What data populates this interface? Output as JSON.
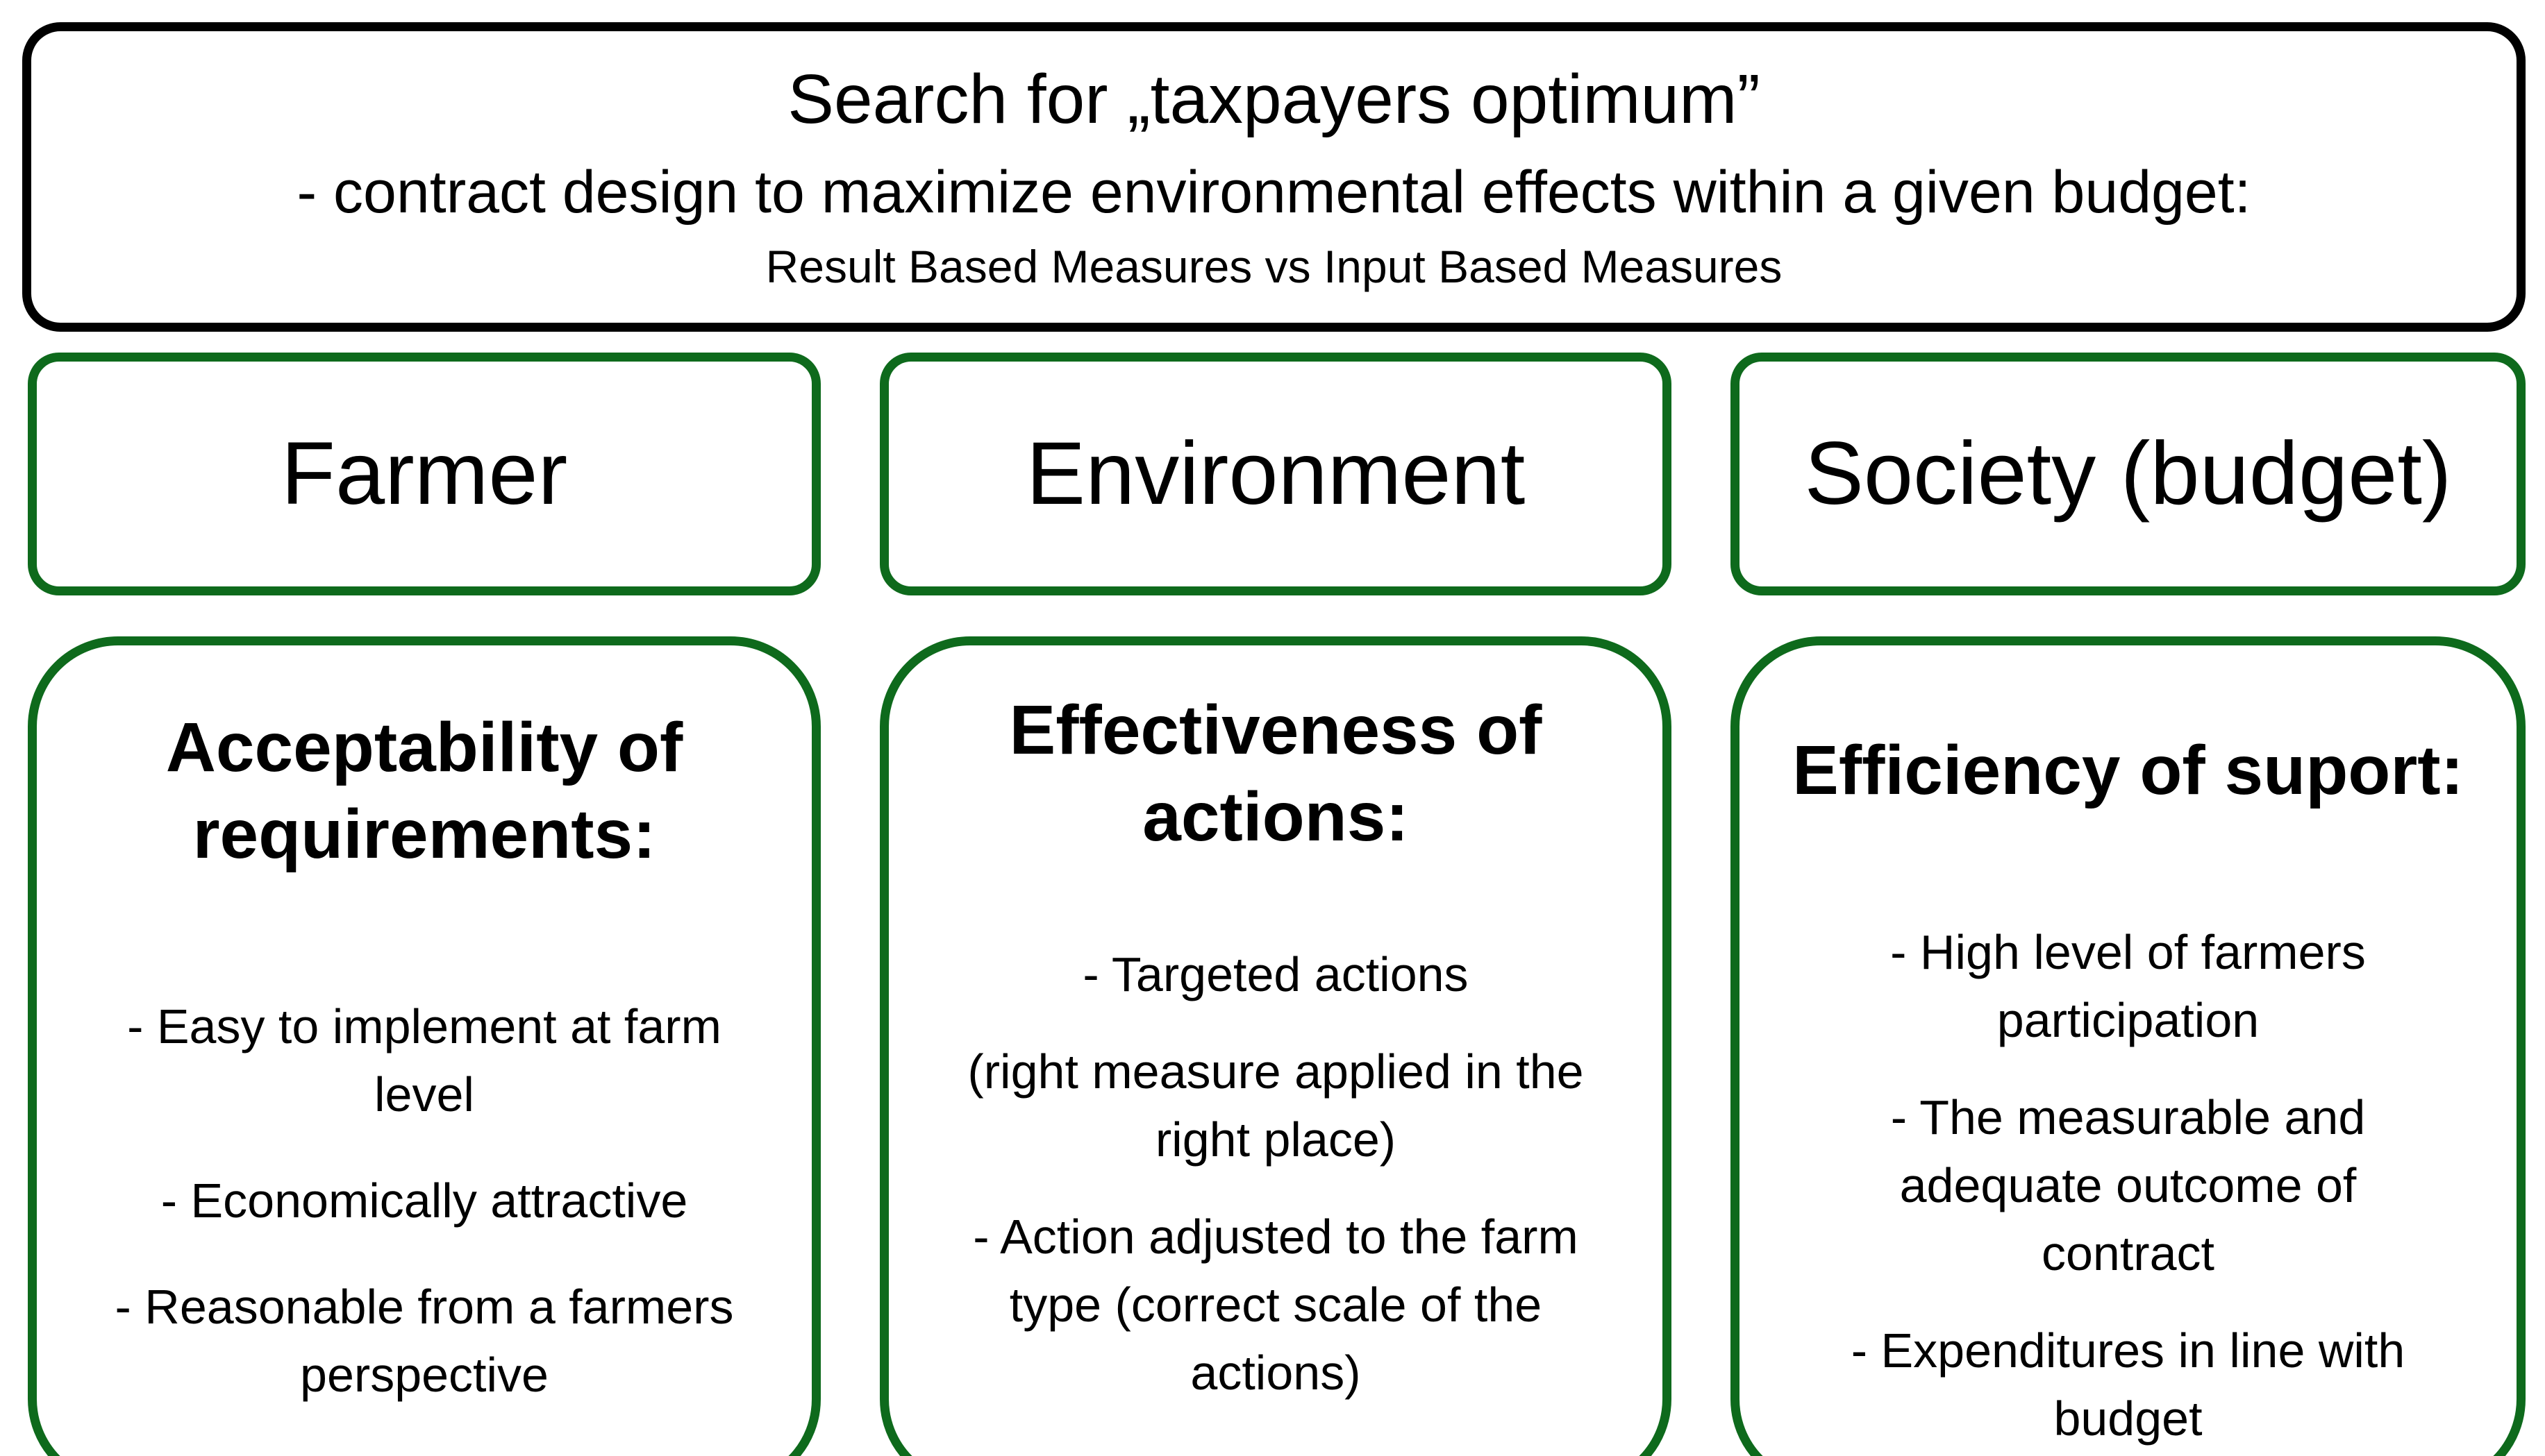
{
  "header": {
    "line1": "Search for „taxpayers optimum”",
    "line2": "-  contract design to maximize environmental effects within a given budget:",
    "line3": "Result Based Measures vs Input Based Measures"
  },
  "columns": [
    {
      "title": "Farmer",
      "heading": "Acceptability of\nrequirements:",
      "bullets": [
        "- Easy to implement at farm\nlevel",
        "- Economically attractive",
        "- Reasonable from a farmers\nperspective"
      ]
    },
    {
      "title": "Environment",
      "heading": "Effectiveness of\nactions:",
      "bullets": [
        "- Targeted actions",
        "(right measure applied in the\nright place)",
        "- Action adjusted to the farm\ntype (correct scale of the\nactions)"
      ]
    },
    {
      "title": "Society (budget)",
      "heading": "Efficiency of suport:",
      "bullets": [
        "- High level of farmers\nparticipation",
        "- The measurable and\nadequate outcome of\ncontract",
        "- Expenditures in line with\nbudget"
      ]
    }
  ],
  "colors": {
    "accent_green": "#0e6a1c",
    "border_black": "#000000"
  }
}
